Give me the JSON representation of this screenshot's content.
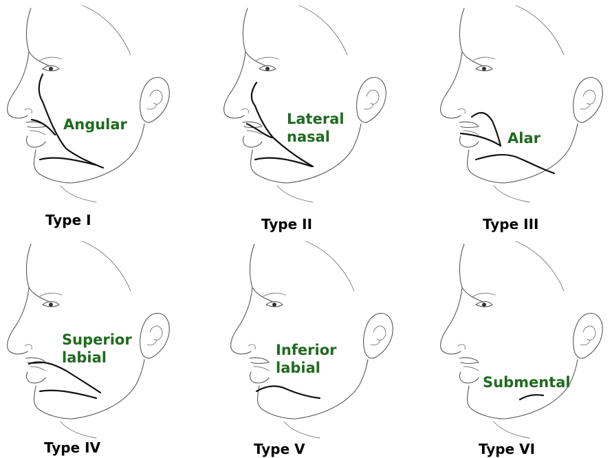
{
  "panels": [
    {
      "type_label": "Type I",
      "vessel_label": "Angular"
    },
    {
      "type_label": "Type II",
      "vessel_label": "Lateral\nnasal"
    },
    {
      "type_label": "Type III",
      "vessel_label": "Alar"
    },
    {
      "type_label": "Type IV",
      "vessel_label": "Superior\nlabial"
    },
    {
      "type_label": "Type V",
      "vessel_label": "Inferior\nlabial"
    },
    {
      "type_label": "Type VI",
      "vessel_label": "Submental"
    }
  ],
  "colors": {
    "vessel_label": "#1f6b1f",
    "type_label": "#000000",
    "artery": "#111111"
  }
}
